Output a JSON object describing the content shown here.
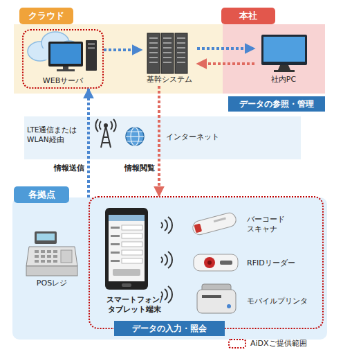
{
  "diagram": {
    "nodes": [
      {
        "text": [
          "クラウド"
        ]
      },
      {
        "text": [
          "WEBサーバ"
        ],
        "in": 0
      },
      {
        "text": [
          "基幹システム"
        ],
        "in": 0
      },
      {
        "text": [
          "本社",
          "データの参照・管理"
        ]
      },
      {
        "text": [
          "社内PC"
        ],
        "in": 3
      },
      {
        "text": [
          "LTE通信または WLAN経由",
          "インターネット"
        ]
      },
      {
        "text": [
          "各拠点"
        ]
      },
      {
        "text": [
          "POSレジ"
        ],
        "in": 6
      },
      {
        "text": [
          "データの入力・照会"
        ],
        "in": 6
      },
      {
        "text": [
          "スマートフォン/ タブレット端末"
        ],
        "in": 8
      },
      {
        "text": [
          "バーコード スキャナ"
        ],
        "in": 8
      },
      {
        "text": [
          "RFIDリーダー"
        ],
        "in": 8
      },
      {
        "text": [
          "モバイルプリンタ"
        ],
        "in": 8
      }
    ],
    "edges": [
      {
        "from": 1,
        "to": 2,
        "arrow": "to"
      },
      {
        "from": 2,
        "to": 4,
        "arrow": "to"
      },
      {
        "from": 4,
        "to": 2,
        "arrow": "to"
      },
      {
        "from": 6,
        "to": 1,
        "label": "情報送信",
        "arrow": "to"
      },
      {
        "from": 2,
        "to": 8,
        "label": "情報閲覧",
        "arrow": "to"
      }
    ],
    "legend": [
      {
        "text": "AiDXご提供範囲"
      }
    ]
  }
}
